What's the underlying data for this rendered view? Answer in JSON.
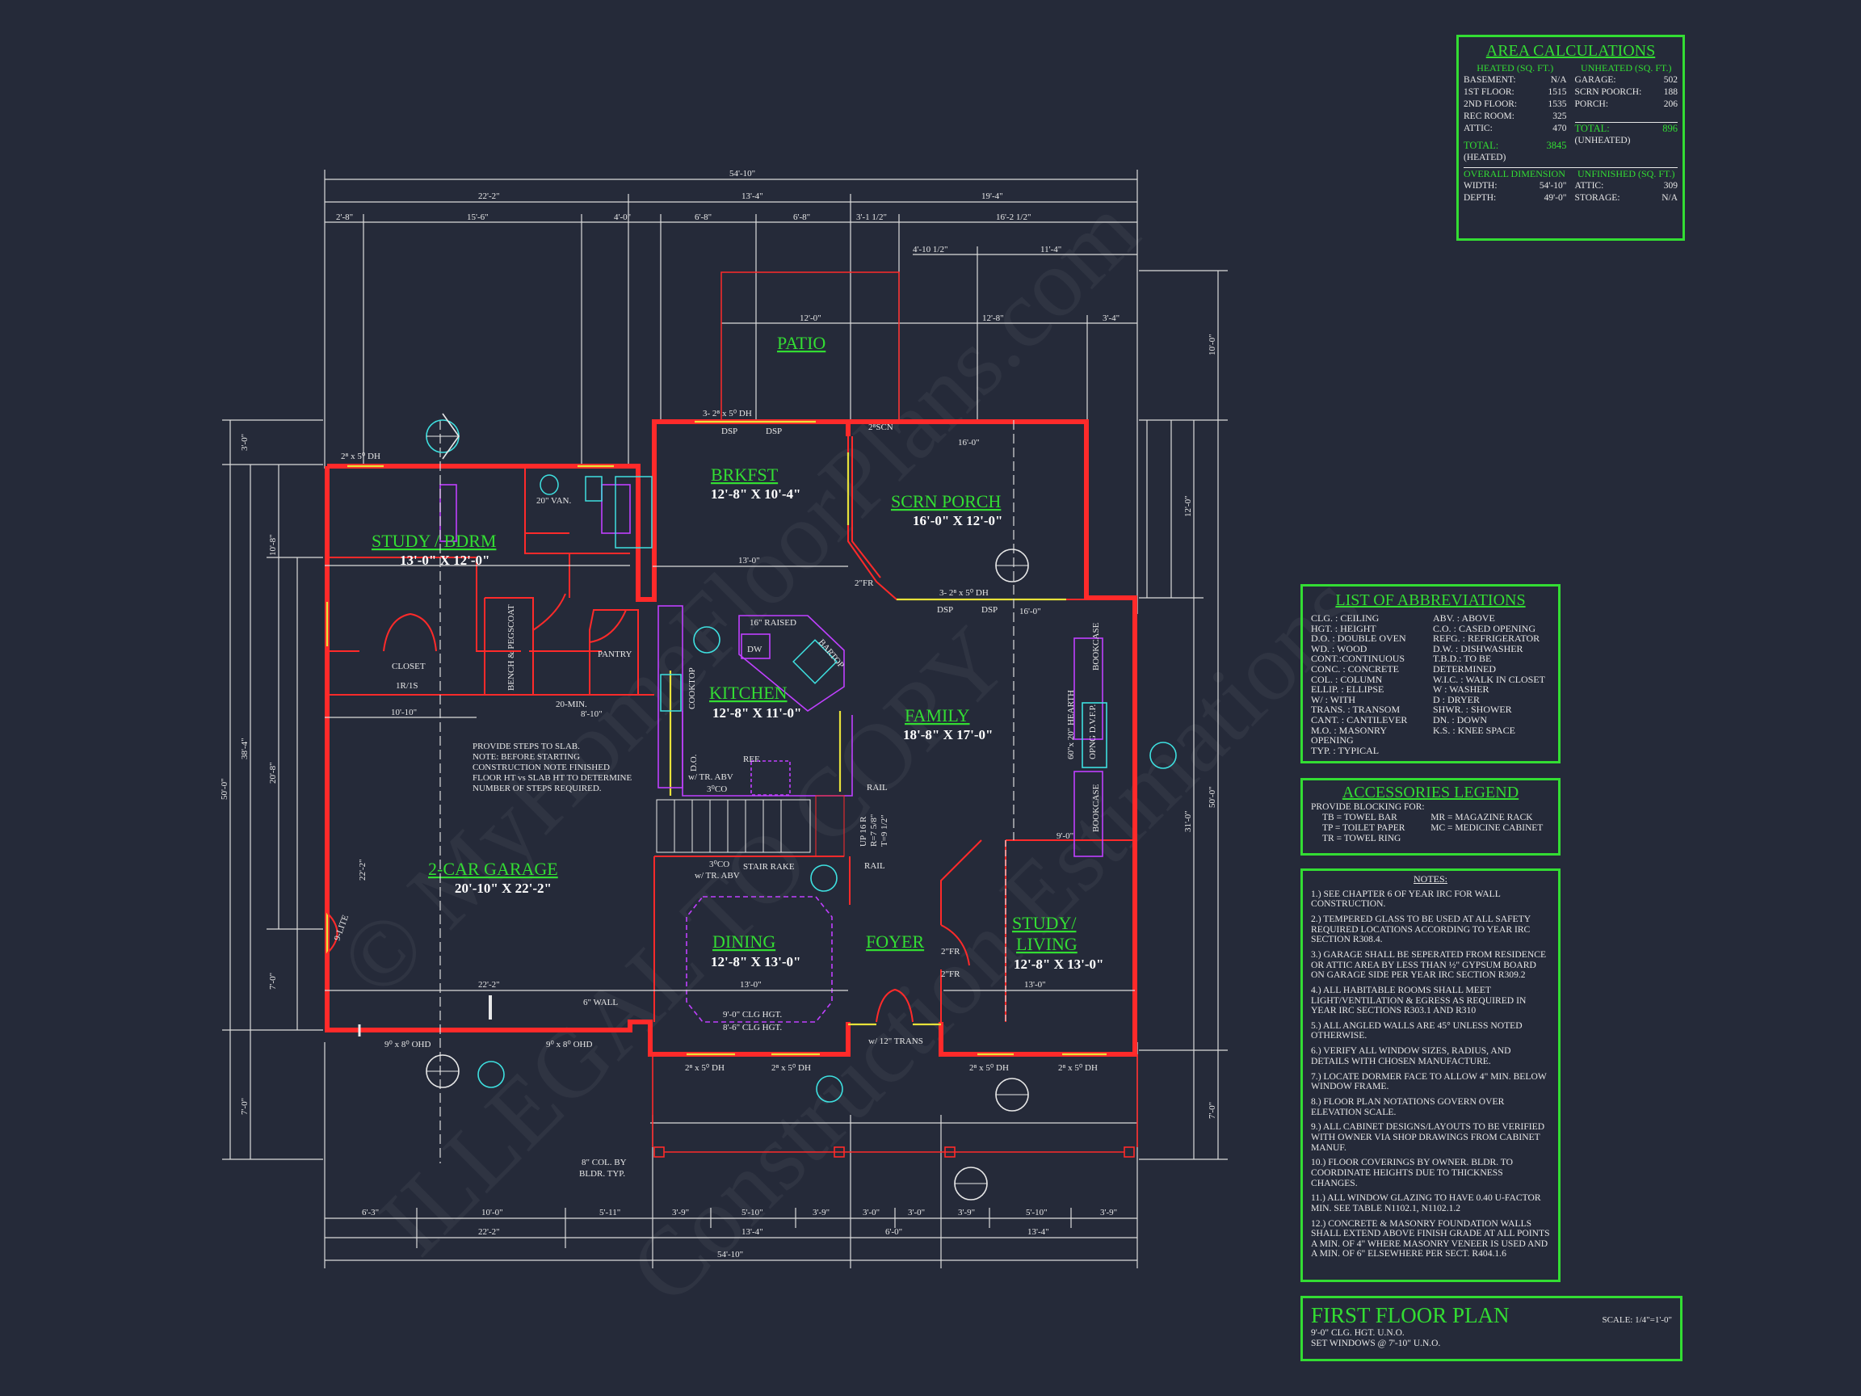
{
  "area_calc": {
    "title": "AREA CALCULATIONS",
    "heated_header": "HEATED (SQ. FT.)",
    "unheated_header": "UNHEATED (SQ. FT.)",
    "heated": [
      {
        "label": "BASEMENT:",
        "value": "N/A"
      },
      {
        "label": "1ST FLOOR:",
        "value": "1515"
      },
      {
        "label": "2ND FLOOR:",
        "value": "1535"
      },
      {
        "label": "REC ROOM:",
        "value": "325"
      },
      {
        "label": "ATTIC:",
        "value": "470"
      }
    ],
    "heated_total_label": "TOTAL:",
    "heated_total": "3845",
    "heated_total_note": "(HEATED)",
    "unheated": [
      {
        "label": "GARAGE:",
        "value": "502"
      },
      {
        "label": "SCRN POORCH:",
        "value": "188"
      },
      {
        "label": "PORCH:",
        "value": "206"
      }
    ],
    "unheated_total_label": "TOTAL:",
    "unheated_total": "896",
    "unheated_total_note": "(UNHEATED)",
    "overall_header": "OVERALL DIMENSION",
    "overall": [
      {
        "label": "WIDTH:",
        "value": "54'-10\""
      },
      {
        "label": "DEPTH:",
        "value": "49'-0\""
      }
    ],
    "unfinished_header": "UNFINISHED (SQ. FT.)",
    "unfinished": [
      {
        "label": "ATTIC:",
        "value": "309"
      },
      {
        "label": "STORAGE:",
        "value": "N/A"
      }
    ]
  },
  "abbreviations": {
    "title": "LIST OF ABBREVIATIONS",
    "left": [
      "CLG. : CEILING",
      "HGT. : HEIGHT",
      "D.O. : DOUBLE OVEN",
      "WD. : WOOD",
      "CONT.:CONTINUOUS",
      "CONC. : CONCRETE",
      "COL. : COLUMN",
      "ELLIP. : ELLIPSE",
      "W/ : WITH",
      "TRANS. : TRANSOM",
      "CANT. : CANTILEVER",
      "M.O. : MASONRY OPENING",
      "TYP. : TYPICAL"
    ],
    "right": [
      "ABV. : ABOVE",
      "C.O. : CASED OPENING",
      "REFG. : REFRIGERATOR",
      "D.W. : DISHWASHER",
      "T.B.D.: TO BE DETERMINED",
      "W.I.C. : WALK IN CLOSET",
      "W : WASHER",
      "D : DRYER",
      "SHWR. : SHOWER",
      "DN. : DOWN",
      "K.S. : KNEE SPACE"
    ]
  },
  "accessories": {
    "title": "ACCESSORIES LEGEND",
    "intro": "PROVIDE BLOCKING FOR:",
    "left": [
      "TB = TOWEL BAR",
      "TP = TOILET PAPER",
      "TR = TOWEL RING"
    ],
    "right": [
      "MR = MAGAZINE RACK",
      "MC = MEDICINE CABINET"
    ]
  },
  "notes": {
    "title": "NOTES:",
    "items": [
      "1.) SEE CHAPTER 6 OF YEAR IRC FOR WALL CONSTRUCTION.",
      "2.) TEMPERED GLASS TO BE USED AT ALL SAFETY REQUIRED LOCATIONS ACCORDING TO YEAR IRC SECTION R308.4.",
      "3.) GARAGE SHALL BE SEPERATED FROM RESIDENCE OR ATTIC AREA BY LESS THAN ½\" GYPSUM BOARD ON GARAGE SIDE PER YEAR IRC SECTION R309.2",
      "4.) ALL HABITABLE ROOMS SHALL MEET LIGHT/VENTILATION & EGRESS AS REQUIRED IN YEAR IRC SECTIONS R303.1 AND R310",
      "5.) ALL ANGLED WALLS ARE 45° UNLESS NOTED OTHERWISE.",
      "6.) VERIFY ALL WINDOW SIZES, RADIUS, AND DETAILS WITH CHOSEN MANUFACTURE.",
      "7.) LOCATE DORMER FACE TO ALLOW 4\" MIN. BELOW WINDOW FRAME.",
      "8.) FLOOR PLAN NOTATIONS GOVERN OVER ELEVATION SCALE.",
      "9.) ALL CABINET DESIGNS/LAYOUTS TO BE VERIFIED WITH OWNER VIA SHOP DRAWINGS FROM CABINET MANUF.",
      "10.) FLOOR COVERINGS BY OWNER. BLDR. TO COORDINATE HEIGHTS DUE TO THICKNESS CHANGES.",
      "11.) ALL WINDOW GLAZING TO HAVE 0.40 U-FACTOR MIN. SEE TABLE N1102.1, N1102.1.2",
      "12.) CONCRETE & MASONRY FOUNDATION WALLS SHALL EXTEND ABOVE FINISH GRADE AT ALL POINTS A MIN. OF 4\" WHERE MASONRY VENEER IS USED AND A MIN. OF 6\" ELSEWHERE PER SECT. R404.1.6"
    ]
  },
  "title_block": {
    "title": "FIRST FLOOR PLAN",
    "scale": "SCALE: 1/4\"=1'-0\"",
    "line1": "9'-0\" CLG. HGT. U.N.O.",
    "line2": "SET WINDOWS @ 7'-10\" U.N.O."
  },
  "rooms": {
    "patio": {
      "name": "PATIO"
    },
    "brkfst": {
      "name": "BRKFST",
      "size": "12'-8\" X 10'-4\""
    },
    "scrn_porch": {
      "name": "SCRN PORCH",
      "size": "16'-0\" X 12'-0\""
    },
    "study_bdrm": {
      "name": "STUDY / BDRM",
      "size": "13'-0\" X 12'-0\""
    },
    "kitchen": {
      "name": "KITCHEN",
      "size": "12'-8\" X 11'-0\""
    },
    "family": {
      "name": "FAMILY",
      "size": "18'-8\" X 17'-0\""
    },
    "garage": {
      "name": "2-CAR GARAGE",
      "size": "20'-10\" X 22'-2\""
    },
    "dining": {
      "name": "DINING",
      "size": "12'-8\" X 13'-0\""
    },
    "foyer": {
      "name": "FOYER"
    },
    "study_living": {
      "name1": "STUDY/",
      "name2": "LIVING",
      "size": "12'-8\" X 13'-0\""
    }
  },
  "plan_labels": {
    "closet": "CLOSET",
    "one_r_one_s": "1R/1S",
    "pantry": "PANTRY",
    "cooktop": "COOKTOP",
    "dw": "DW",
    "raised": "16\" RAISED",
    "bartop": "BARTOP",
    "ref": "REF.",
    "do": "D.O.",
    "bookcase": "BOOKCASE",
    "hearth": "60\"x 20\" HEARTH",
    "opng": "OPNG D.V.F.P.",
    "rail": "RAIL",
    "stair_rake": "STAIR RAKE",
    "up": "UP 16 R",
    "r": "R=7 5/8\"",
    "t": "T=9 1/2\"",
    "clg_hgt": "9'-0\" CLG HGT.",
    "clg_hgt2": "8'-6\" CLG HGT.",
    "wall6": "6\" WALL",
    "col8": "8\" COL. BY",
    "col8b": "BLDR. TYP.",
    "two_fr": "2\"FR",
    "scn": "2⁸SCN",
    "trans": "w/ 12\" TRANS",
    "van": "20\" VAN.",
    "min20": "20-MIN.",
    "coat": "COAT",
    "bench": "BENCH & PEGS",
    "ohd1": "9⁰ x 8⁰ OHD",
    "ohd2": "9⁰ x 8⁰ OHD",
    "lite": "9-LITE",
    "dsp": "DSP",
    "dh": "2⁸ x 5⁰ DH",
    "dh3": "3- 2⁸ x 5⁰ DH",
    "co": "3⁰CO",
    "co2": "w/ TR. ABV",
    "note_steps": [
      "PROVIDE STEPS TO SLAB.",
      "NOTE: BEFORE STARTING",
      "CONSTRUCTION NOTE FINISHED",
      "FLOOR HT vs SLAB HT TO DETERMINE",
      "NUMBER OF STEPS REQUIRED."
    ]
  },
  "dims": {
    "top_total": "54'-10\"",
    "top_a": "22'-2\"",
    "top_b": "13'-4\"",
    "top_c": "19'-4\"",
    "top_d1": "2'-8\"",
    "top_d2": "15'-6\"",
    "top_d3": "4'-0\"",
    "top_d4": "6'-8\"",
    "top_d5": "6'-8\"",
    "top_d6": "3'-1 1/2\"",
    "top_d7": "16'-2 1/2\"",
    "top_e1": "4'-10 1/2\"",
    "top_e2": "11'-4\"",
    "patio_w": "12'-0\"",
    "porch_w": "12'-8\"",
    "porch_w2": "3'-4\"",
    "bot_total": "54'-10\"",
    "bot_a": "22'-2\"",
    "bot_b": "13'-4\"",
    "bot_c": "6'-0\"",
    "bot_d": "13'-4\"",
    "bot_1": "6'-3\"",
    "bot_2": "10'-0\"",
    "bot_3": "5'-11\"",
    "bot_4": "3'-9\"",
    "bot_5": "5'-10\"",
    "bot_6": "3'-9\"",
    "bot_7": "3'-0\"",
    "bot_8": "3'-0\"",
    "bot_9": "3'-9\"",
    "bot_10": "5'-10\"",
    "bot_11": "3'-9\"",
    "left_total": "50'-0\"",
    "left_a": "38'-4\"",
    "left_b": "20'-8\"",
    "left_c": "10'-8\"",
    "left_d": "7'-0\"",
    "left_e": "7'-0\"",
    "left_f": "3'-0\"",
    "right_total": "50'-0\"",
    "right_a": "31'-0\"",
    "right_b": "12'-0\"",
    "right_c": "10'-0\"",
    "right_d": "7'-0\"",
    "garage_w": "22'-2\"",
    "garage_d": "22'-2\"",
    "w13": "13'-0\"",
    "w10_10": "10'-10\"",
    "w8_10": "8'-10\"",
    "w16": "16'-0\"",
    "w9": "9'-0\""
  },
  "watermark": [
    "© MyHomeFloorPlans.com",
    "ILLEGAL TO COPY",
    "Construction Estimations"
  ],
  "colors": {
    "background": "#252a39",
    "wall": "#ff2a2a",
    "dim": "#dcdcdc",
    "room_label": "#33dd33",
    "cabinet": "#c040ff",
    "callout": "#3ee0e0",
    "yellow": "#e8e23a"
  }
}
